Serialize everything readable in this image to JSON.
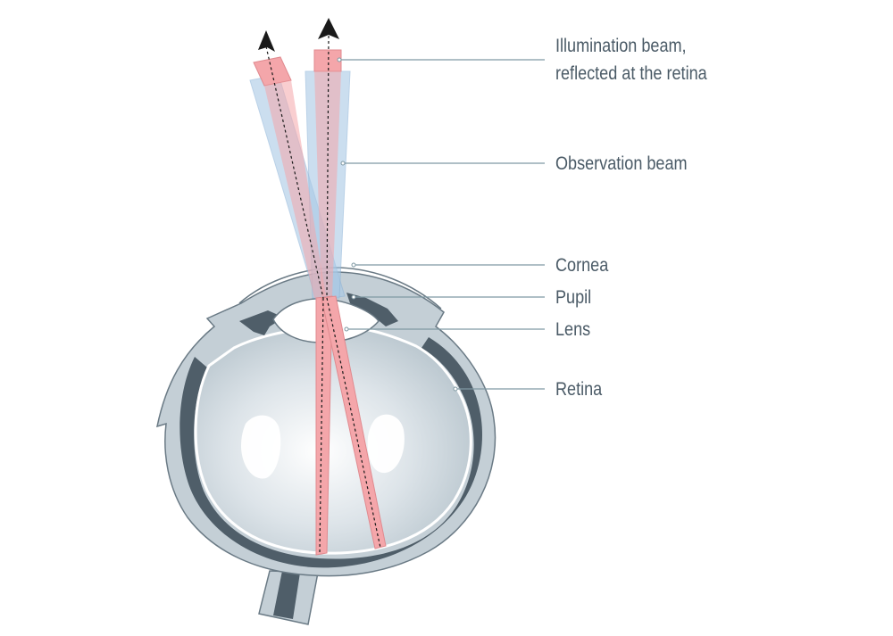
{
  "labels": {
    "illumination_line1": "Illumination beam,",
    "illumination_line2": "reflected at the retina",
    "observation": "Observation beam",
    "cornea": "Cornea",
    "pupil": "Pupil",
    "lens": "Lens",
    "retina": "Retina"
  },
  "colors": {
    "illumination_beam": "#f4a6aa",
    "observation_beam": "#a9c9e6",
    "eye_fill": "#c4cfd6",
    "eye_wall": "#4f5e69",
    "leader_line": "#7f99a3",
    "label_text": "#4a5a66"
  },
  "icons": [
    "arrowhead-icon"
  ]
}
